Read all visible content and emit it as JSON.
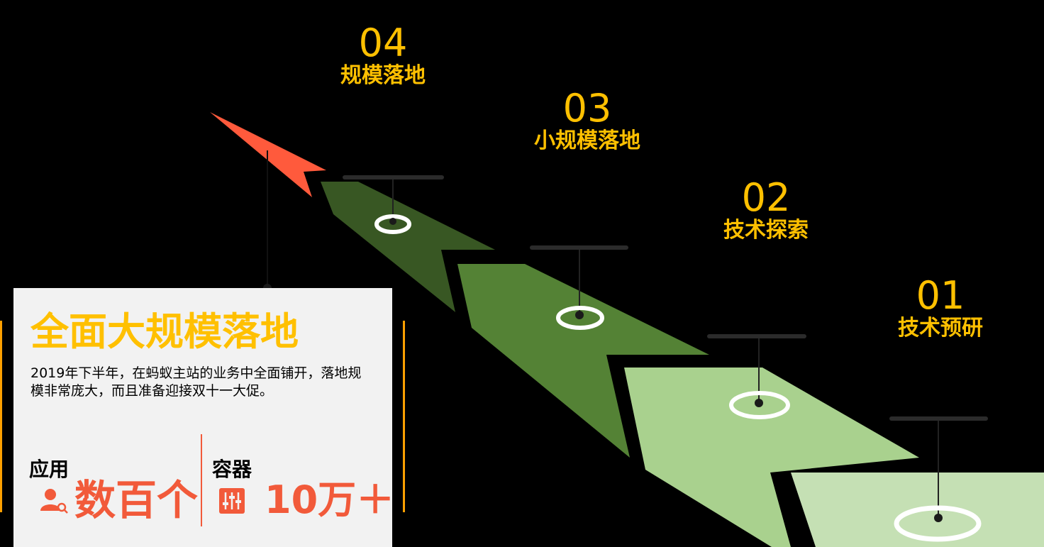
{
  "milestones": [
    {
      "num": "01",
      "label": "技术预研"
    },
    {
      "num": "02",
      "label": "技术探索"
    },
    {
      "num": "03",
      "label": "小规模落地"
    },
    {
      "num": "04",
      "label": "规模落地"
    }
  ],
  "card": {
    "title": "全面大规模落地",
    "description": "2019年下半年，在蚂蚁主站的业务中全面铺开，落地规模非常庞大，而且准备迎接双十一大促。",
    "stats": [
      {
        "label": "应用",
        "value": "数百个",
        "icon": "user-search-icon"
      },
      {
        "label": "容器",
        "value": "10万＋",
        "icon": "sliders-icon"
      }
    ]
  },
  "colors": {
    "accent": "#FFC000",
    "highlight": "#F25A3A",
    "step1": "#C5E0B4",
    "step2": "#A9D18E",
    "step3": "#548235",
    "step4": "#385723",
    "arrow": "#FF5A3C"
  }
}
